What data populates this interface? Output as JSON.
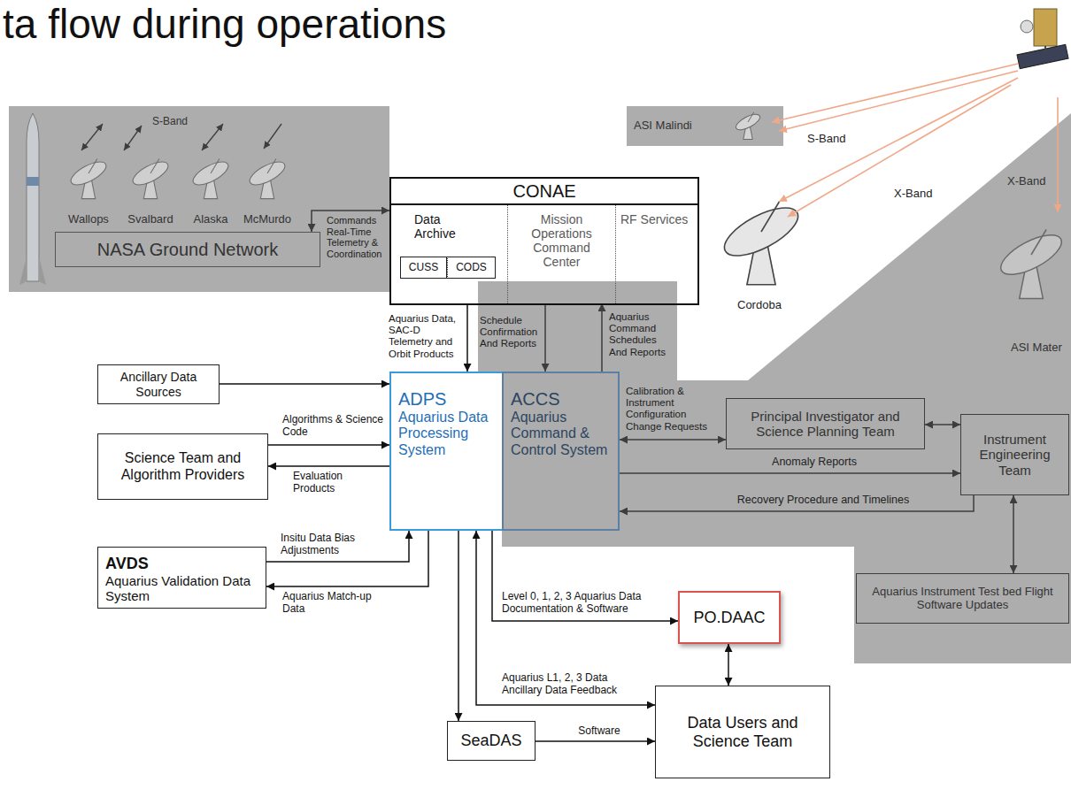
{
  "diagram": {
    "title": "ta flow during operations",
    "nodes": [
      {
        "text": [
          "NASA Ground Network"
        ]
      },
      {
        "text": [
          "CONAE"
        ]
      },
      {
        "text": [
          "Data Archive"
        ],
        "in": 1
      },
      {
        "text": [
          "CUSS"
        ],
        "in": 2
      },
      {
        "text": [
          "CODS"
        ],
        "in": 2
      },
      {
        "text": [
          "Mission Operations Command Center"
        ],
        "in": 1
      },
      {
        "text": [
          "RF Services"
        ],
        "in": 1
      },
      {
        "text": [
          "ASI Malindi"
        ]
      },
      {
        "text": [
          "Ancillary Data Sources"
        ]
      },
      {
        "text": [
          "Science Team and Algorithm Providers"
        ]
      },
      {
        "text": [
          "AVDS",
          "Aquarius Validation Data System"
        ]
      },
      {
        "text": [
          "ADPS",
          "Aquarius Data Processing System"
        ]
      },
      {
        "text": [
          "ACCS",
          "Aquarius Command & Control System"
        ]
      },
      {
        "text": [
          "Principal Investigator and Science Planning Team"
        ]
      },
      {
        "text": [
          "Instrument Engineering Team"
        ]
      },
      {
        "text": [
          "Aquarius Instrument Test bed Flight Software Updates"
        ]
      },
      {
        "text": [
          "PO.DAAC"
        ]
      },
      {
        "text": [
          "Data Users and Science Team"
        ]
      },
      {
        "text": [
          "SeaDAS"
        ]
      }
    ],
    "edges": [
      {
        "from": 0,
        "to": 1,
        "label": "Commands Real-Time Telemetry & Coordination",
        "arrow": "both"
      },
      {
        "from": 2,
        "to": 11,
        "label": "Aquarius Data, SAC-D Telemetry and Orbit Products",
        "arrow": "to"
      },
      {
        "from": 5,
        "to": 12,
        "label": "Schedule Confirmation And Reports",
        "arrow": "to"
      },
      {
        "from": 12,
        "to": 5,
        "label": "Aquarius Command Schedules And Reports",
        "arrow": "to"
      },
      {
        "from": 8,
        "to": 11,
        "arrow": "to"
      },
      {
        "from": 9,
        "to": 11,
        "label": "Algorithms & Science Code",
        "arrow": "to"
      },
      {
        "from": 11,
        "to": 9,
        "label": "Evaluation Products",
        "arrow": "to"
      },
      {
        "from": 10,
        "to": 11,
        "label": "Insitu Data Bias Adjustments",
        "arrow": "to"
      },
      {
        "from": 11,
        "to": 10,
        "label": "Aquarius Match-up Data",
        "arrow": "to"
      },
      {
        "from": 11,
        "to": 16,
        "label": "Level 0, 1, 2, 3 Aquarius Data Documentation & Software",
        "arrow": "to"
      },
      {
        "from": 11,
        "to": 17,
        "label": "Aquarius L1, 2, 3 Data Ancillary Data Feedback",
        "arrow": "both"
      },
      {
        "from": 11,
        "to": 18,
        "arrow": "to"
      },
      {
        "from": 18,
        "to": 17,
        "label": "Software",
        "arrow": "to"
      },
      {
        "from": 16,
        "to": 17,
        "arrow": "both"
      },
      {
        "from": 12,
        "to": 13,
        "label": "Calibration & Instrument Configuration Change Requests",
        "arrow": "both"
      },
      {
        "from": 13,
        "to": 14,
        "arrow": "both"
      },
      {
        "from": 12,
        "to": 14,
        "label": "Anomaly Reports",
        "arrow": "to"
      },
      {
        "from": 14,
        "to": 12,
        "label": "Recovery Procedure and Timelines",
        "arrow": "to"
      },
      {
        "from": 14,
        "to": 15,
        "arrow": "both"
      }
    ],
    "labels": [
      "S-Band",
      "Wallops",
      "Svalbard",
      "Alaska",
      "McMurdo",
      "S-Band",
      "X-Band",
      "X-Band",
      "Cordoba",
      "ASI Mater"
    ]
  }
}
